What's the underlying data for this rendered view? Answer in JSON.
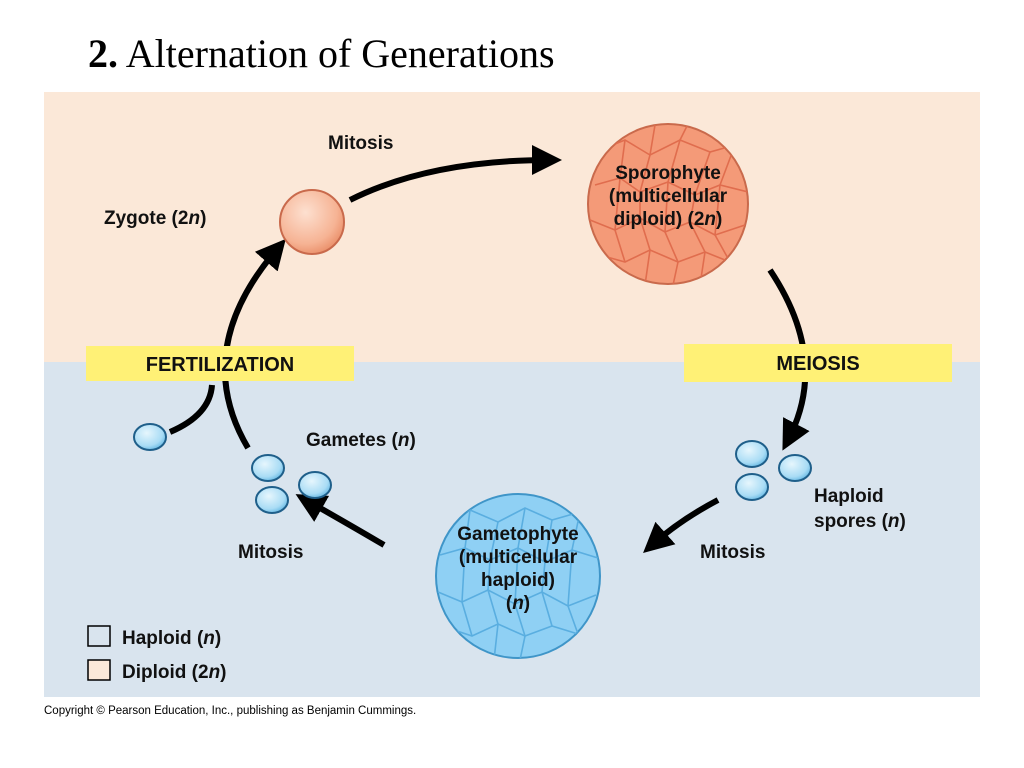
{
  "title": {
    "number": "2.",
    "text": "Alternation of Generations"
  },
  "colors": {
    "diploid_bg": "#fbe8d8",
    "haploid_bg": "#d9e4ee",
    "label_band": "#fff176",
    "sporophyte_fill": "#f49a78",
    "sporophyte_line": "#e06d4e",
    "gametophyte_fill": "#8fd0f4",
    "gametophyte_line": "#5aaee0",
    "cell_blue": "#a9dcf5",
    "zygote_fill": "#f6b394"
  },
  "labels": {
    "mitosis_top": "Mitosis",
    "zygote_pre": "Zygote (2",
    "zygote_n": "n",
    "zygote_post": ")",
    "sporophyte_l1": "Sporophyte",
    "sporophyte_l2": "(multicellular",
    "sporophyte_l3_pre": "diploid) (2",
    "sporophyte_l3_n": "n",
    "sporophyte_l3_post": ")",
    "fertilization": "FERTILIZATION",
    "meiosis": "MEIOSIS",
    "gametes_pre": "Gametes (",
    "gametes_n": "n",
    "gametes_post": ")",
    "haploid_spores_l1": "Haploid",
    "haploid_spores_l2_pre": "spores (",
    "haploid_spores_l2_n": "n",
    "haploid_spores_l2_post": ")",
    "gametophyte_l1": "Gametophyte",
    "gametophyte_l2": "(multicellular",
    "gametophyte_l3": "haploid)",
    "gametophyte_l4_pre": "(",
    "gametophyte_l4_n": "n",
    "gametophyte_l4_post": ")",
    "mitosis_left": "Mitosis",
    "mitosis_right": "Mitosis"
  },
  "legend": {
    "haploid_pre": "Haploid (",
    "haploid_n": "n",
    "haploid_post": ")",
    "diploid_pre": "Diploid (2",
    "diploid_n": "n",
    "diploid_post": ")"
  },
  "copyright": "Copyright © Pearson Education, Inc., publishing as Benjamin Cummings."
}
